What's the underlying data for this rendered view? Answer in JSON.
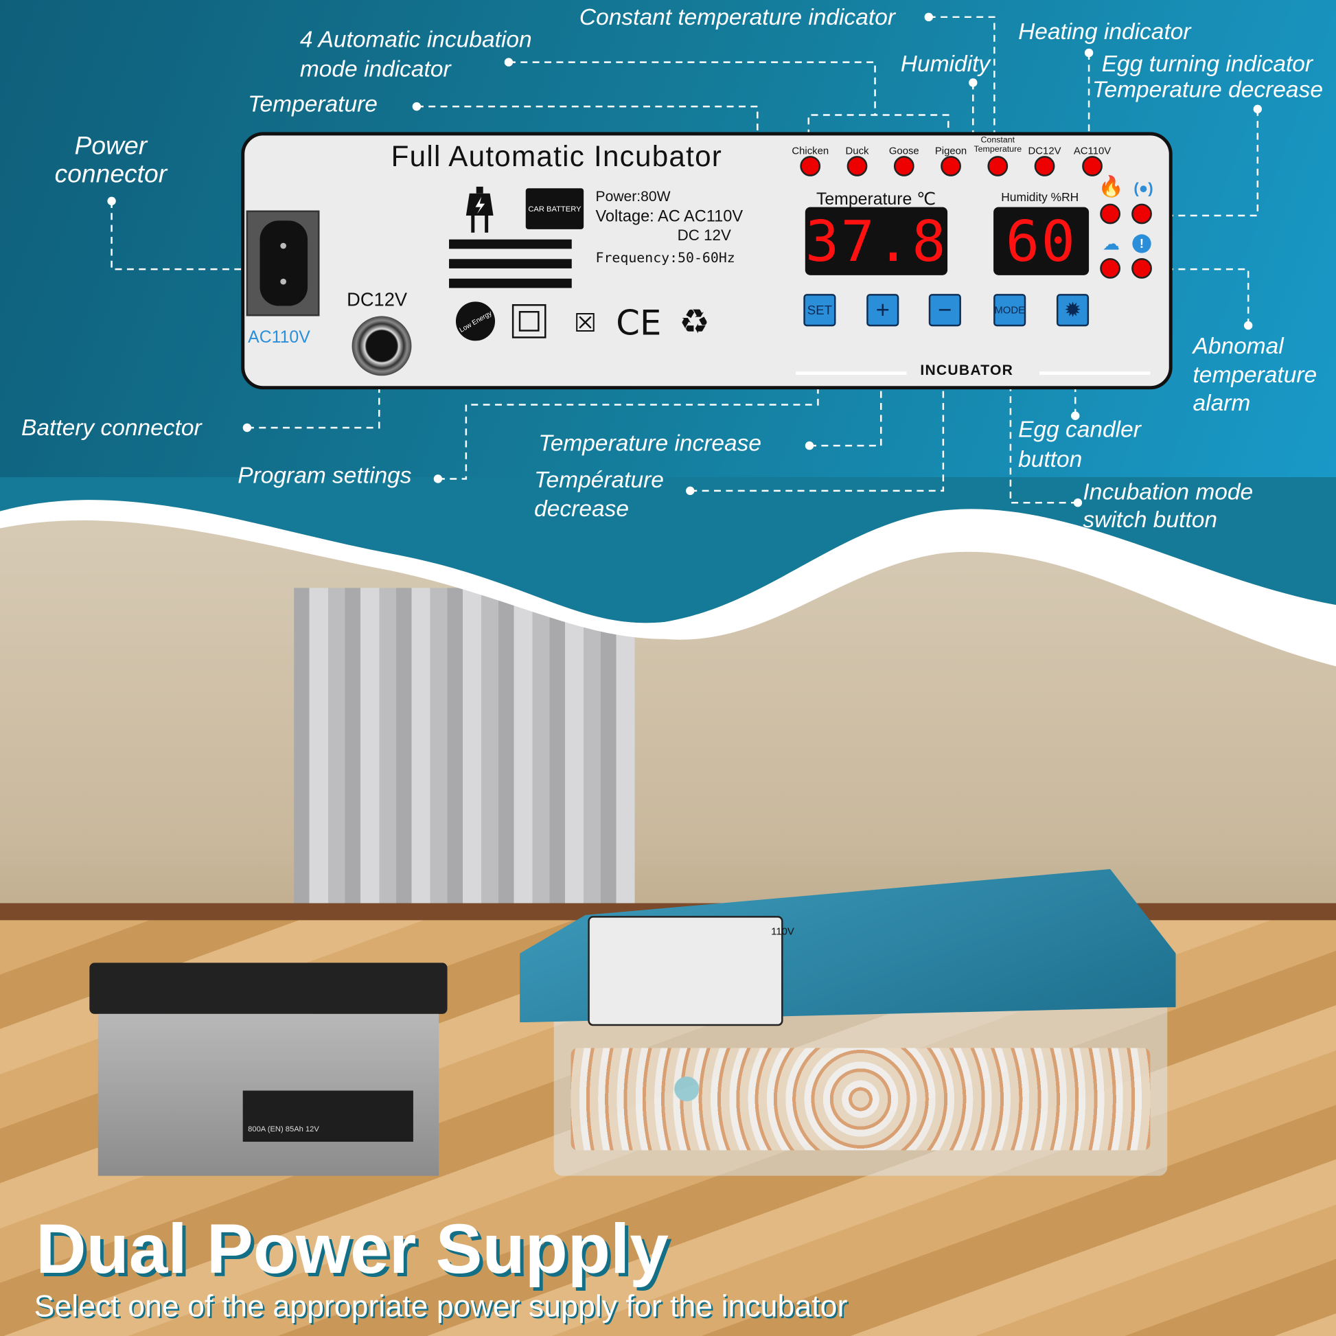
{
  "panel": {
    "title": "Full Automatic Incubator",
    "power": "Power:80W",
    "voltage": "Voltage: AC AC110V",
    "voltage_dc": "DC 12V",
    "frequency": "Frequency:50-60Hz",
    "ac_label": "AC110V",
    "dc_label": "DC12V",
    "brand": "INCUBATOR",
    "battery_icon_text": "CAR BATTERY",
    "low_energy_text": "Low Energy",
    "ce_mark": "CE",
    "indicators": [
      "Chicken",
      "Duck",
      "Goose",
      "Pigeon",
      "Constant Temperature",
      "DC12V",
      "AC110V"
    ],
    "temperature_label": "Temperature ℃",
    "temperature_value": "37.8",
    "humidity_label": "Humidity %RH",
    "humidity_value": "60",
    "buttons": {
      "set": "SET",
      "plus": "+",
      "minus": "−",
      "mode": "MODE"
    },
    "side_icons": [
      "heating-icon",
      "egg-turning-icon",
      "humidity-icon",
      "alarm-icon"
    ],
    "accent_color": "#2a8fd8",
    "led_color": "#e00000"
  },
  "callouts": {
    "constant_temp": "Constant temperature indicator",
    "auto_mode_1": "4 Automatic incubation",
    "auto_mode_2": "mode indicator",
    "temperature": "Temperature",
    "humidity": "Humidity",
    "heating": "Heating indicator",
    "egg_turning": "Egg turning indicator",
    "temp_decrease_top": "Temperature decrease",
    "power_1": "Power",
    "power_2": "connector",
    "battery": "Battery connector",
    "program": "Program settings",
    "temp_increase": "Temperature increase",
    "temp_decrease_1": "Température",
    "temp_decrease_2": "decrease",
    "candler_1": "Egg candler",
    "candler_2": "button",
    "mode_1": "Incubation mode",
    "mode_2": "switch button",
    "alarm_1": "Abnomal",
    "alarm_2": "temperature",
    "alarm_3": "alarm"
  },
  "footer": {
    "title": "Dual Power Supply",
    "subtitle": "Select one of the appropriate power supply for the incubator"
  },
  "scene": {
    "battery_label": "800A (EN) 85Ah 12V",
    "incubator_label": "110V"
  }
}
